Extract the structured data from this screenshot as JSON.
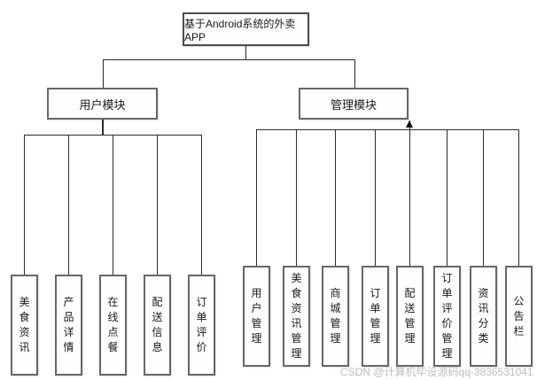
{
  "diagram": {
    "title": "基于Android系统的外卖APP",
    "modules": [
      {
        "label": "用户模块",
        "children": [
          "美食资讯",
          "产品详情",
          "在线点餐",
          "配送信息",
          "订单评价"
        ]
      },
      {
        "label": "管理模块",
        "children": [
          "用户管理",
          "美食资讯管理",
          "商城管理",
          "订单管理",
          "配送管理",
          "订单评价管理",
          "资讯分类",
          "公告栏"
        ]
      }
    ]
  },
  "watermark": {
    "text": "CSDN @计算机毕设源码qq-3836531041"
  },
  "colors": {
    "background": "#ffffff",
    "line": "#2b2b2b",
    "box_border": "#676767",
    "watermark": "#bdbdbd"
  }
}
